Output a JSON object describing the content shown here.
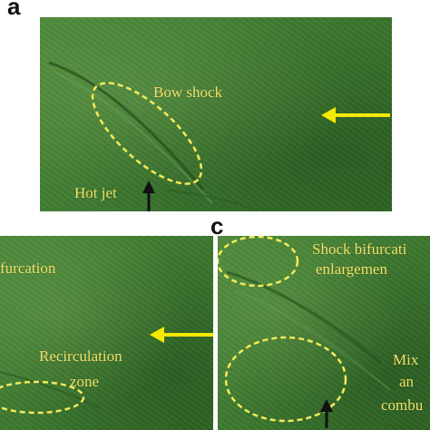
{
  "panels": {
    "a": {
      "letter": "a",
      "labels": {
        "bow_shock": "Bow shock",
        "hot_jet": "Hot jet"
      }
    },
    "b": {
      "labels": {
        "bifurcation": "furcation",
        "recirculation": "Recirculation",
        "zone": "zone"
      }
    },
    "c": {
      "letter": "c",
      "labels": {
        "shock_bifurcation": "Shock bifurcati",
        "enlargement": "enlargemen",
        "mix": "Mix",
        "and": "an",
        "combustion": "combu"
      }
    }
  },
  "colors": {
    "label": "#f2e26a",
    "dashed_outline": "#f4ea5a",
    "flow_arrow": "#f5e800",
    "jet_arrow": "#111111"
  },
  "icons": {
    "flow_arrow": "arrow-left-icon",
    "jet_arrow": "arrow-up-icon"
  }
}
